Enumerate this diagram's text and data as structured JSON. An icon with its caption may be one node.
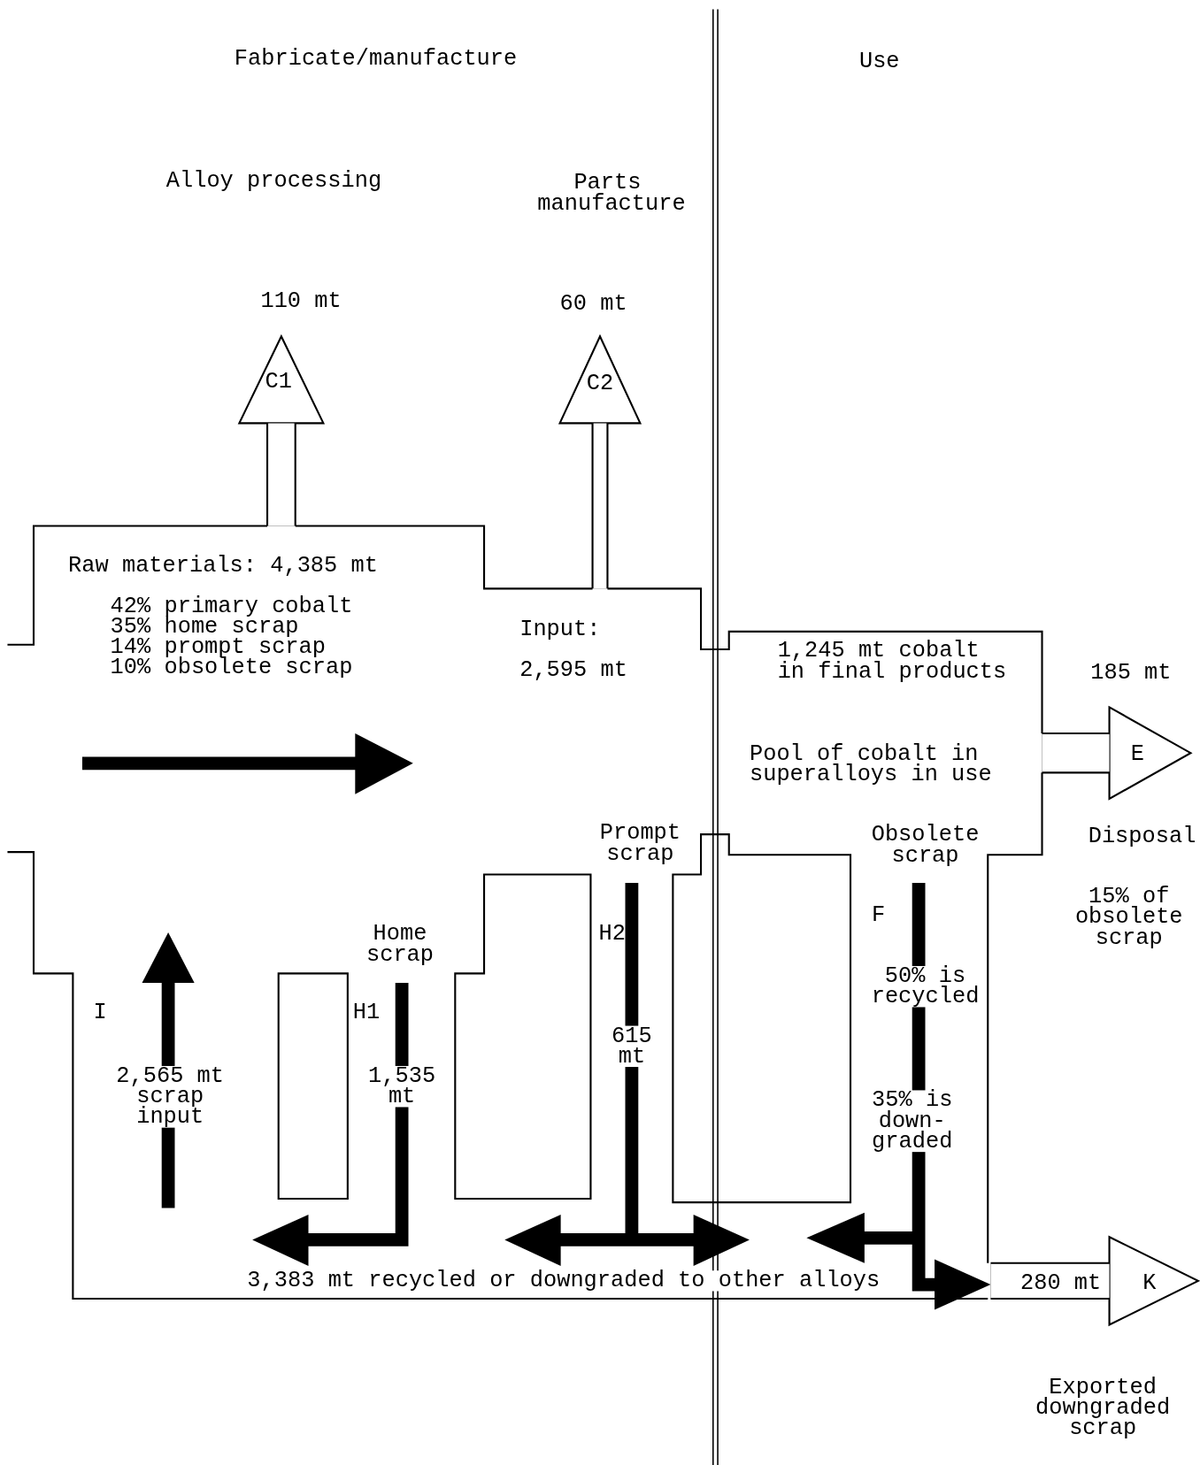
{
  "diagram": {
    "nodes": [
      {
        "text": [
          "Raw materials: 4,385 mt",
          "42% primary cobalt",
          "35% home scrap",
          "14% prompt scrap",
          "10% obsolete scrap"
        ]
      },
      {
        "text": [
          "Input:",
          "2,595 mt"
        ]
      },
      {
        "text": [
          "1,245 mt cobalt in final products",
          "Pool of cobalt in superalloys in use"
        ]
      },
      {
        "text": [
          "110 mt"
        ]
      },
      {
        "text": [
          "60 mt"
        ]
      },
      {
        "text": [
          "3,383 mt recycled or downgraded to other alloys"
        ]
      }
    ],
    "edges": [
      {
        "from": 0,
        "to": 3,
        "arrow": "to",
        "label": "C1"
      },
      {
        "from": 1,
        "to": 4,
        "arrow": "to",
        "label": "C2"
      },
      {
        "from": 2,
        "to": null,
        "arrow": "to",
        "label": "E"
      },
      {
        "from": 5,
        "to": null,
        "arrow": "to",
        "label": "K"
      }
    ],
    "labels": [
      "Fabricate/manufacture",
      "Use",
      "Alloy processing",
      "Parts manufacture",
      "185 mt",
      "Prompt scrap",
      "Obsolete scrap",
      "Disposal",
      "F",
      "H2",
      "15% of obsolete scrap",
      "Home scrap",
      "I",
      "H1",
      "50% is recycled",
      "615 mt",
      "2,565 mt scrap input",
      "1,535 mt",
      "35% is down-graded",
      "280 mt",
      "Exported downgraded scrap"
    ]
  }
}
